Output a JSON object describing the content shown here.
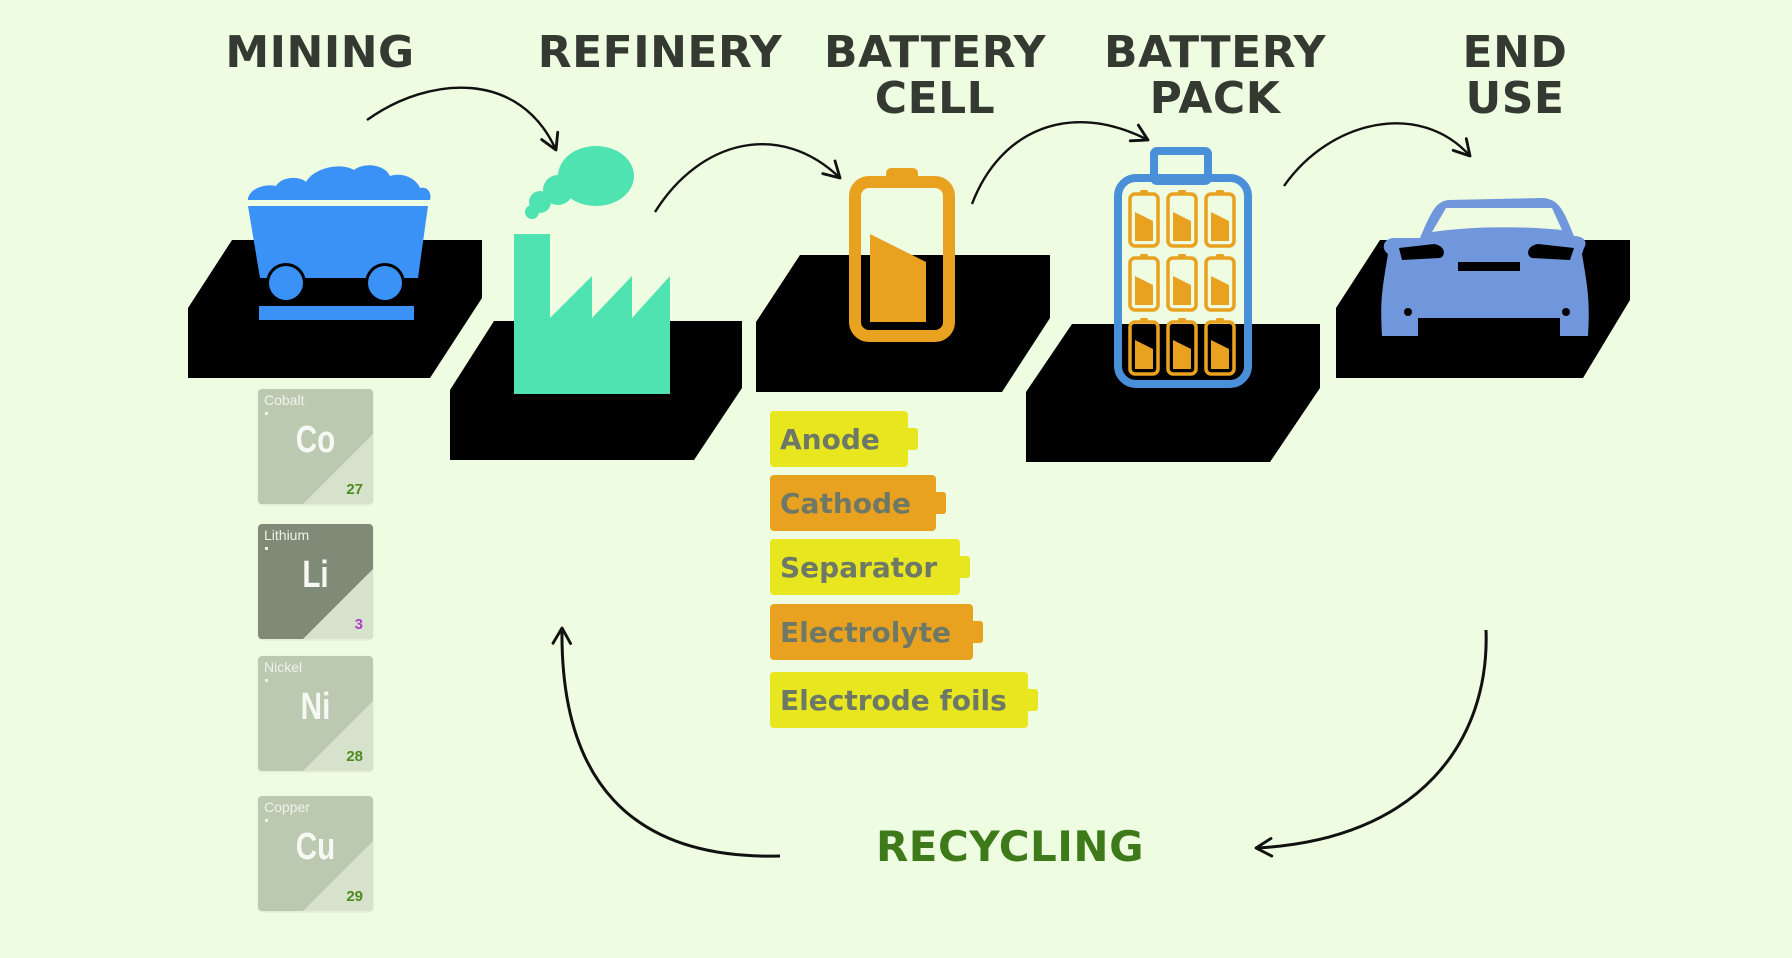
{
  "colors": {
    "background": "#eefce2",
    "title_text": "#343a31",
    "platform": "#000000",
    "mining_cart": "#3a92f7",
    "refinery": "#4ee3b0",
    "battery_cell": "#e8a220",
    "battery_pack_frame": "#4a90d9",
    "car": "#7096dc",
    "recycling_text": "#3f7a1a",
    "component_yellow": "#e8e61e",
    "component_orange": "#e8a220"
  },
  "stages": [
    {
      "id": "mining",
      "title": "MINING",
      "icon": "mining-cart-icon"
    },
    {
      "id": "refinery",
      "title": "REFINERY",
      "icon": "factory-icon"
    },
    {
      "id": "battery_cell",
      "title": "BATTERY\nCELL",
      "icon": "battery-icon"
    },
    {
      "id": "battery_pack",
      "title": "BATTERY\nPACK",
      "icon": "battery-pack-icon"
    },
    {
      "id": "end_use",
      "title": "END\nUSE",
      "icon": "car-icon"
    }
  ],
  "elements": [
    {
      "name": "Cobalt",
      "symbol": "Co",
      "number": "27"
    },
    {
      "name": "Lithium",
      "symbol": "Li",
      "number": "3"
    },
    {
      "name": "Nickel",
      "symbol": "Ni",
      "number": "28"
    },
    {
      "name": "Copper",
      "symbol": "Cu",
      "number": "29"
    }
  ],
  "cell_components": [
    {
      "label": "Anode",
      "color": "yellow"
    },
    {
      "label": "Cathode",
      "color": "orange"
    },
    {
      "label": "Separator",
      "color": "yellow"
    },
    {
      "label": "Electrolyte",
      "color": "orange"
    },
    {
      "label": "Electrode foils",
      "color": "yellow"
    }
  ],
  "recycling": {
    "label": "RECYCLING"
  }
}
